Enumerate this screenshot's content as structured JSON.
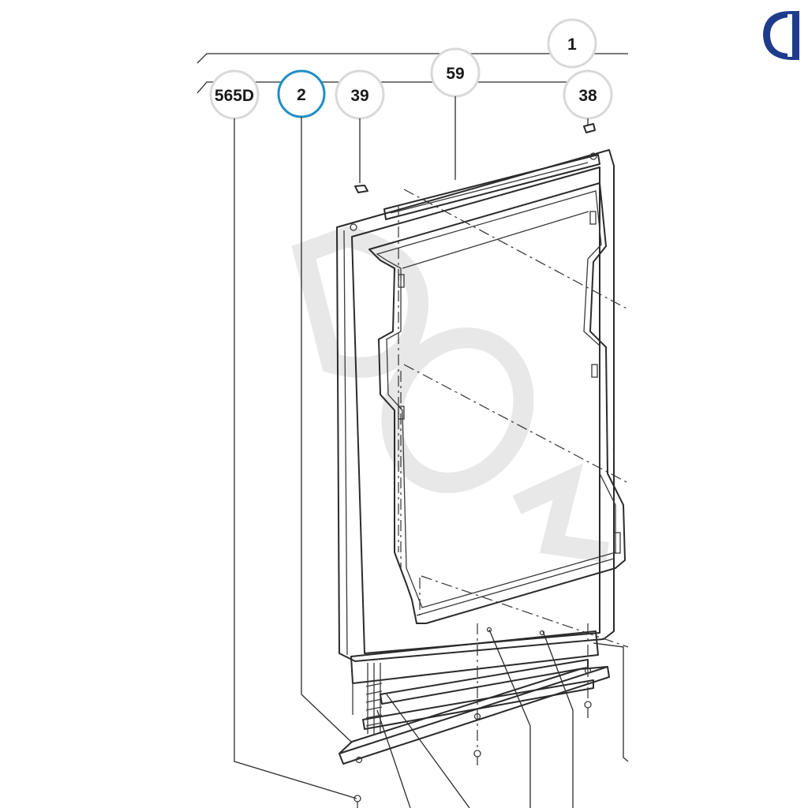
{
  "callouts": {
    "c1": "1",
    "c59": "59",
    "c565d": "565D",
    "c2": "2",
    "c39": "39",
    "c38": "38"
  },
  "colors": {
    "line": "#2b2b2b",
    "callout_ring": "#d9d9d9",
    "highlight_ring": "#1f8fc4",
    "logo_blue": "#1f3c8c",
    "watermark": "#e6e6e6"
  },
  "logo": {
    "icon": "brand-logo-icon"
  }
}
